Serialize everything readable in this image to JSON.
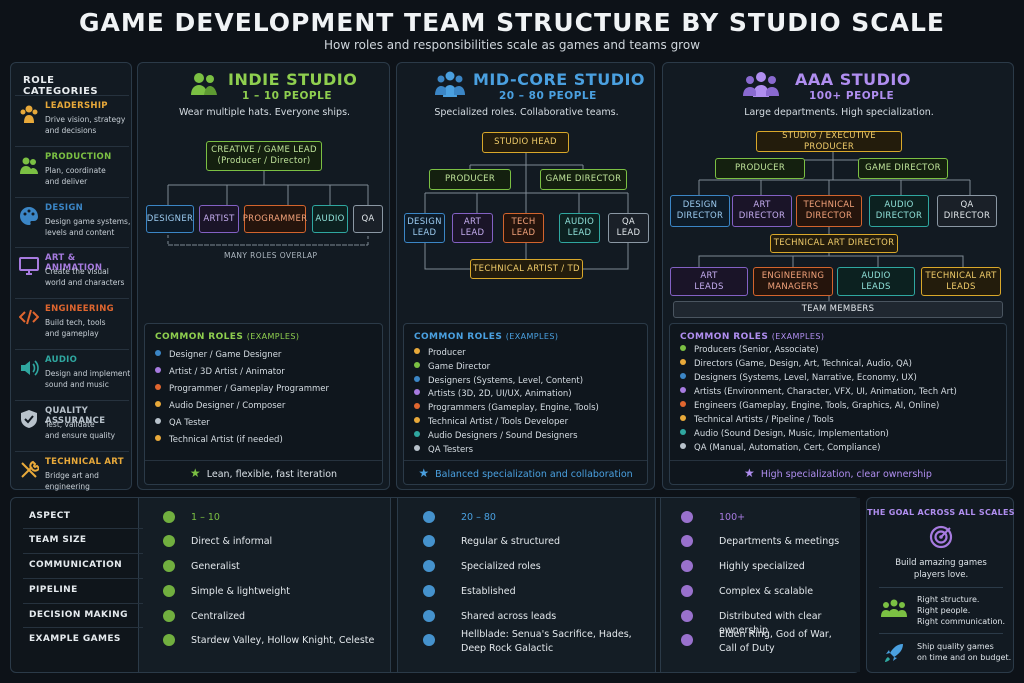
{
  "title": "GAME DEVELOPMENT TEAM STRUCTURE BY STUDIO SCALE",
  "subtitle": "How roles and responsibilities scale as games and teams grow",
  "role_categories": {
    "heading": "ROLE CATEGORIES",
    "items": [
      {
        "name": "LEADERSHIP",
        "desc": [
          "Drive vision, strategy",
          "and decisions"
        ],
        "color": "#e8a93a",
        "icon": "people-icon"
      },
      {
        "name": "PRODUCTION",
        "desc": [
          "Plan, coordinate",
          "and deliver"
        ],
        "color": "#7bc043",
        "icon": "team-icon"
      },
      {
        "name": "DESIGN",
        "desc": [
          "Design game systems,",
          "levels and content"
        ],
        "color": "#3b86c6",
        "icon": "palette-icon"
      },
      {
        "name": "ART & ANIMATION",
        "desc": [
          "Create the visual",
          "world and characters"
        ],
        "color": "#a77be0",
        "icon": "monitor-icon"
      },
      {
        "name": "ENGINEERING",
        "desc": [
          "Build tech, tools",
          "and gameplay"
        ],
        "color": "#e0662f",
        "icon": "code-icon"
      },
      {
        "name": "AUDIO",
        "desc": [
          "Design and implement",
          "sound and music"
        ],
        "color": "#2fa7a0",
        "icon": "speaker-icon"
      },
      {
        "name": "QUALITY ASSURANCE",
        "desc": [
          "Test, validate",
          "and ensure quality"
        ],
        "color": "#b8c2cb",
        "icon": "shield-check-icon"
      },
      {
        "name": "TECHNICAL ART",
        "desc": [
          "Bridge art and",
          "engineering"
        ],
        "color": "#e8a93a",
        "icon": "tools-icon"
      }
    ]
  },
  "indie": {
    "title": "INDIE STUDIO",
    "size": "1 – 10 PEOPLE",
    "tagline": "Wear multiple hats. Everyone ships.",
    "color": "#8fcf4f",
    "lead": [
      "CREATIVE / GAME LEAD",
      "(Producer / Director)"
    ],
    "roles": [
      "DESIGNER",
      "ARTIST",
      "PROGRAMMER",
      "AUDIO",
      "QA"
    ],
    "overlap": "MANY ROLES OVERLAP",
    "common_heading": "COMMON ROLES",
    "common_sub": "(EXAMPLES)",
    "common": [
      "Designer / Game Designer",
      "Artist / 3D Artist / Animator",
      "Programmer / Gameplay Programmer",
      "Audio Designer / Composer",
      "QA Tester",
      "Technical Artist (if needed)"
    ],
    "common_colors": [
      "#3b86c6",
      "#a77be0",
      "#e0662f",
      "#e8a93a",
      "#b8c2cb",
      "#e8a93a"
    ],
    "footer": "Lean, flexible, fast iteration"
  },
  "midcore": {
    "title": "MID-CORE STUDIO",
    "size": "20 – 80 PEOPLE",
    "tagline": "Specialized roles. Collaborative teams.",
    "color": "#4aa0e0",
    "head": "STUDIO HEAD",
    "producer": "PRODUCER",
    "director": "GAME DIRECTOR",
    "leads": [
      [
        "DESIGN",
        "LEAD"
      ],
      [
        "ART",
        "LEAD"
      ],
      [
        "TECH",
        "LEAD"
      ],
      [
        "AUDIO",
        "LEAD"
      ],
      [
        "QA",
        "LEAD"
      ]
    ],
    "techart": "TECHNICAL ARTIST / TD",
    "common_heading": "COMMON ROLES",
    "common_sub": "(EXAMPLES)",
    "common": [
      "Producer",
      "Game Director",
      "Designers (Systems, Level, Content)",
      "Artists (3D, 2D, UI/UX, Animation)",
      "Programmers (Gameplay, Engine, Tools)",
      "Technical Artist / Tools Developer",
      "Audio Designers / Sound Designers",
      "QA Testers"
    ],
    "common_colors": [
      "#e8a93a",
      "#7bc043",
      "#3b86c6",
      "#a77be0",
      "#e0662f",
      "#e8a93a",
      "#2fa7a0",
      "#b8c2cb"
    ],
    "footer": "Balanced specialization and collaboration"
  },
  "aaa": {
    "title": "AAA STUDIO",
    "size": "100+ PEOPLE",
    "tagline": "Large departments. High specialization.",
    "color": "#b08ef0",
    "exec": "STUDIO / EXECUTIVE PRODUCER",
    "producer": "PRODUCER",
    "director": "GAME DIRECTOR",
    "directors": [
      [
        "DESIGN",
        "DIRECTOR"
      ],
      [
        "ART",
        "DIRECTOR"
      ],
      [
        "TECHNICAL",
        "DIRECTOR"
      ],
      [
        "AUDIO",
        "DIRECTOR"
      ],
      [
        "QA",
        "DIRECTOR"
      ]
    ],
    "tad": "TECHNICAL ART DIRECTOR",
    "leads": [
      [
        "ART",
        "LEADS"
      ],
      [
        "ENGINEERING",
        "MANAGERS"
      ],
      [
        "AUDIO",
        "LEADS"
      ],
      [
        "TECHNICAL ART",
        "LEADS"
      ]
    ],
    "members": "TEAM MEMBERS",
    "common_heading": "COMMON ROLES",
    "common_sub": "(EXAMPLES)",
    "common": [
      "Producers (Senior, Associate)",
      "Directors (Game, Design, Art, Technical, Audio, QA)",
      "Designers (Systems, Level, Narrative, Economy, UX)",
      "Artists (Environment, Character, VFX, UI, Animation, Tech Art)",
      "Engineers (Gameplay, Engine, Tools, Graphics, AI, Online)",
      "Technical Artists / Pipeline / Tools",
      "Audio (Sound Design, Music, Implementation)",
      "QA (Manual, Automation, Cert, Compliance)"
    ],
    "common_colors": [
      "#7bc043",
      "#e8a93a",
      "#3b86c6",
      "#a77be0",
      "#e0662f",
      "#e8a93a",
      "#2fa7a0",
      "#b8c2cb"
    ],
    "footer": "High specialization, clear ownership"
  },
  "table": {
    "labels": [
      "ASPECT",
      "TEAM SIZE",
      "COMMUNICATION",
      "PIPELINE",
      "DECISION MAKING",
      "EXAMPLE GAMES"
    ],
    "indie": [
      "1 – 10",
      "Direct & informal",
      "Generalist",
      "Simple & lightweight",
      "Centralized",
      "Stardew Valley, Hollow Knight, Celeste"
    ],
    "mid": [
      "20 – 80",
      "Regular & structured",
      "Specialized roles",
      "Established",
      "Shared across leads",
      "Hellblade: Senua's Sacrifice, Hades,|Deep Rock Galactic"
    ],
    "aaa": [
      "100+",
      "Departments & meetings",
      "Highly specialized",
      "Complex & scalable",
      "Distributed with clear ownership",
      "Elden Ring, God of War,|Call of Duty"
    ]
  },
  "goal": {
    "heading": "THE GOAL ACROSS ALL SCALES",
    "line1": "Build amazing games",
    "line2": "players love.",
    "r1": "Right structure.",
    "r2": "Right people.",
    "r3": "Right communication.",
    "s1": "Ship quality games",
    "s2": "on time and on budget."
  }
}
